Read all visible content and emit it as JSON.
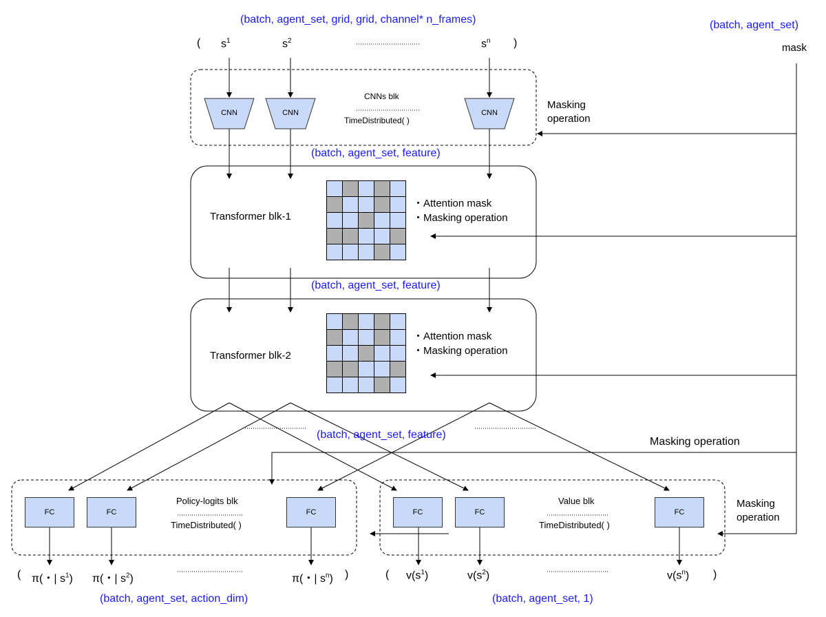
{
  "shapes": {
    "top_input": "(batch, agent_set, grid, grid, channel* n_frames)",
    "mask_shape": "(batch, agent_set)",
    "after_cnn": "(batch, agent_set, feature)",
    "after_t1": "(batch, agent_set, feature)",
    "after_t2": "(batch, agent_set, feature)",
    "policy_out": "(batch, agent_set, action_dim)",
    "value_out": "(batch, agent_set, 1)"
  },
  "inputs": {
    "open": "(",
    "close": ")",
    "s1": "s",
    "s1_sup": "1",
    "s2": "s",
    "s2_sup": "2",
    "sn": "s",
    "sn_sup": "n",
    "mask": "mask"
  },
  "cnn_block": {
    "cnn_label": "CNN",
    "title": "CNNs blk",
    "time_distributed": "TimeDistributed( )",
    "masking": [
      "Masking",
      "operation"
    ]
  },
  "transformer1": {
    "title": "Transformer blk-1",
    "bullet1": "・Attention mask",
    "bullet2": "・Masking operation"
  },
  "transformer2": {
    "title": "Transformer blk-2",
    "bullet1": "・Attention mask",
    "bullet2": "・Masking operation"
  },
  "masking_mid": "Masking operation",
  "policy_block": {
    "fc_label": "FC",
    "title": "Policy-logits blk",
    "time_distributed": "TimeDistributed( )"
  },
  "value_block": {
    "fc_label": "FC",
    "title": "Value blk",
    "time_distributed": "TimeDistributed( )",
    "masking": [
      "Masking",
      "operation"
    ]
  },
  "outputs": {
    "policy_open": "(",
    "pi1": "π(・| s",
    "pi1_sup": "1",
    "pi1_close": ")",
    "pi2": "π(・| s",
    "pi2_sup": "2",
    "pi2_close": ")",
    "pin": "π(・| s",
    "pin_sup": "n",
    "pin_close": ")",
    "policy_close": ")",
    "value_open": "(",
    "v1": "v(s",
    "v1_sup": "1",
    "v1_close": ")",
    "v2": "v(s",
    "v2_sup": "2",
    "v2_close": ")",
    "vn": "v(s",
    "vn_sup": "n",
    "vn_close": ")",
    "value_close": ")"
  },
  "attention_grid": [
    [
      0,
      1,
      0,
      1,
      0
    ],
    [
      1,
      0,
      0,
      1,
      0
    ],
    [
      0,
      0,
      1,
      0,
      0
    ],
    [
      1,
      1,
      0,
      0,
      1
    ],
    [
      0,
      0,
      0,
      1,
      0
    ]
  ],
  "colors": {
    "shape_text": "#1a1aff",
    "block_fill": "#c9daf8",
    "masked_cell": "#b0b0b0"
  }
}
